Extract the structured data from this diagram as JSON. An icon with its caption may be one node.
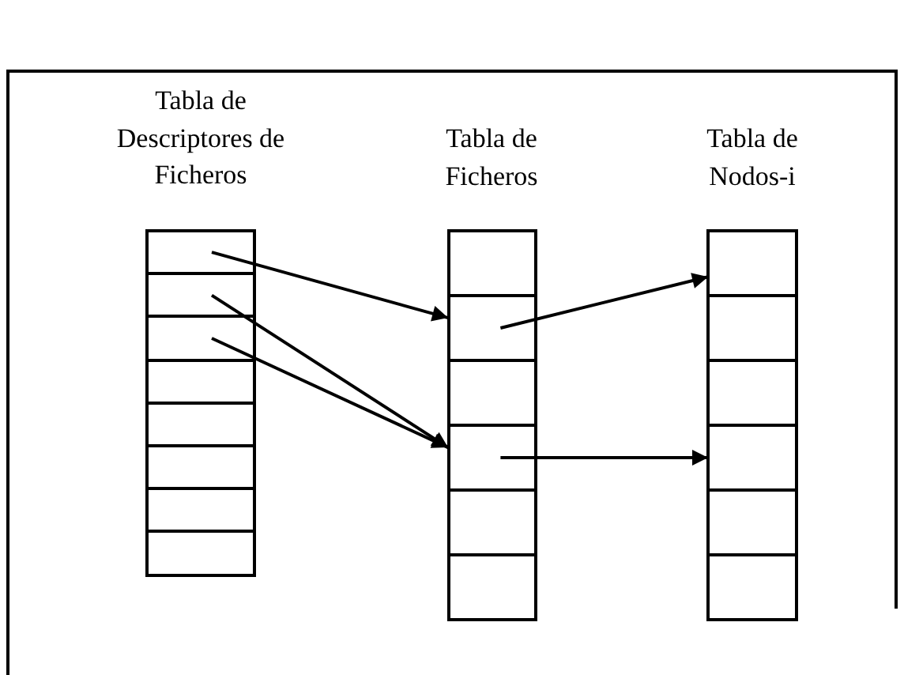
{
  "diagram": {
    "nodes": [
      {
        "text": [
          "Tabla de Descriptores de Ficheros"
        ]
      },
      {
        "text": [],
        "shape": "box",
        "in": 0
      },
      {
        "text": [],
        "shape": "box",
        "in": 0
      },
      {
        "text": [],
        "shape": "box",
        "in": 0
      },
      {
        "text": [],
        "shape": "box",
        "in": 0
      },
      {
        "text": [],
        "shape": "box",
        "in": 0
      },
      {
        "text": [],
        "shape": "box",
        "in": 0
      },
      {
        "text": [],
        "shape": "box",
        "in": 0
      },
      {
        "text": [],
        "shape": "box",
        "in": 0
      },
      {
        "text": [
          "Tabla de Ficheros"
        ]
      },
      {
        "text": [],
        "shape": "box",
        "in": 9
      },
      {
        "text": [],
        "shape": "box",
        "in": 9
      },
      {
        "text": [],
        "shape": "box",
        "in": 9
      },
      {
        "text": [],
        "shape": "box",
        "in": 9
      },
      {
        "text": [],
        "shape": "box",
        "in": 9
      },
      {
        "text": [],
        "shape": "box",
        "in": 9
      },
      {
        "text": [
          "Tabla de Nodos-i"
        ]
      },
      {
        "text": [],
        "shape": "box",
        "in": 16
      },
      {
        "text": [],
        "shape": "box",
        "in": 16
      },
      {
        "text": [],
        "shape": "box",
        "in": 16
      },
      {
        "text": [],
        "shape": "box",
        "in": 16
      },
      {
        "text": [],
        "shape": "box",
        "in": 16
      },
      {
        "text": [],
        "shape": "box",
        "in": 16
      }
    ],
    "edges": [
      {
        "from": 1,
        "to": 11,
        "arrow": "to"
      },
      {
        "from": 2,
        "to": 13,
        "arrow": "to"
      },
      {
        "from": 3,
        "to": 13,
        "arrow": "to"
      },
      {
        "from": 11,
        "to": 17,
        "arrow": "to"
      },
      {
        "from": 13,
        "to": 20,
        "arrow": "to"
      }
    ]
  }
}
